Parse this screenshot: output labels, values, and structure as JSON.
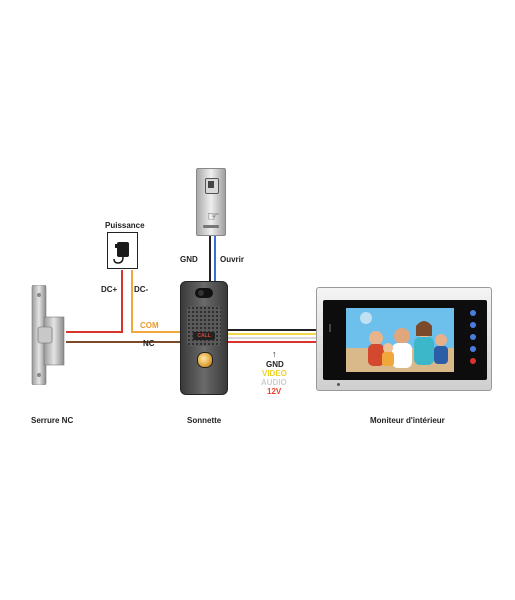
{
  "labels": {
    "power": "Puissance",
    "dc_plus": "DC+",
    "dc_minus": "DC-",
    "com": "COM",
    "nc": "NC",
    "gnd_button": "GND",
    "open": "Ouvrir",
    "arrow": "↑",
    "gnd": "GND",
    "video": "VIDEO",
    "audio": "AUDIO",
    "v12": "12V",
    "call": "CALL"
  },
  "captions": {
    "lock": "Serrure NC",
    "doorbell": "Sonnette",
    "monitor": "Moniteur d'intérieur"
  },
  "colors": {
    "red_wire": "#d9342b",
    "orange_wire": "#f0a83c",
    "brown_wire": "#7a4a2a",
    "blue_wire": "#3b6fd4",
    "white_wire": "#d8d8d8",
    "yellow_wire": "#f2d94a",
    "black_wire": "#222222",
    "video_text": "#f0d42a",
    "audio_text": "#d0d0d0",
    "v12_text": "#e8452c"
  },
  "icons": {
    "power_adapter": "power-adapter-icon",
    "lock": "electric-strike-lock-icon",
    "exit_button": "exit-button-icon",
    "doorbell": "doorbell-panel-icon",
    "monitor": "indoor-monitor-icon"
  }
}
